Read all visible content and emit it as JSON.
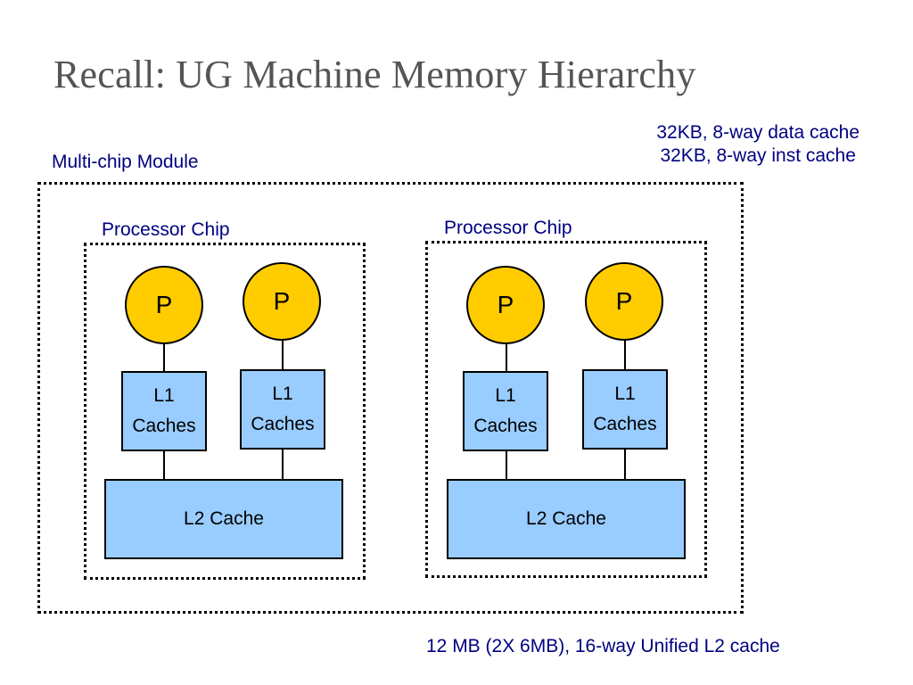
{
  "slide": {
    "title": "Recall: UG Machine Memory Hierarchy"
  },
  "notes": {
    "l1_line1": "32KB, 8-way data cache",
    "l1_line2": "32KB, 8-way inst cache",
    "l2": "12 MB (2X 6MB), 16-way Unified L2 cache"
  },
  "module": {
    "label": "Multi-chip Module"
  },
  "chips": [
    {
      "label": "Processor Chip",
      "processors": [
        {
          "label": "P",
          "l1_line1": "L1",
          "l1_line2": "Caches"
        },
        {
          "label": "P",
          "l1_line1": "L1",
          "l1_line2": "Caches"
        }
      ],
      "l2_label": "L2 Cache"
    },
    {
      "label": "Processor Chip",
      "processors": [
        {
          "label": "P",
          "l1_line1": "L1",
          "l1_line2": "Caches"
        },
        {
          "label": "P",
          "l1_line1": "L1",
          "l1_line2": "Caches"
        }
      ],
      "l2_label": "L2 Cache"
    }
  ],
  "colors": {
    "processor_fill": "#ffcc00",
    "cache_fill": "#99ccff",
    "label_text": "#000080",
    "title_text": "#555555"
  }
}
